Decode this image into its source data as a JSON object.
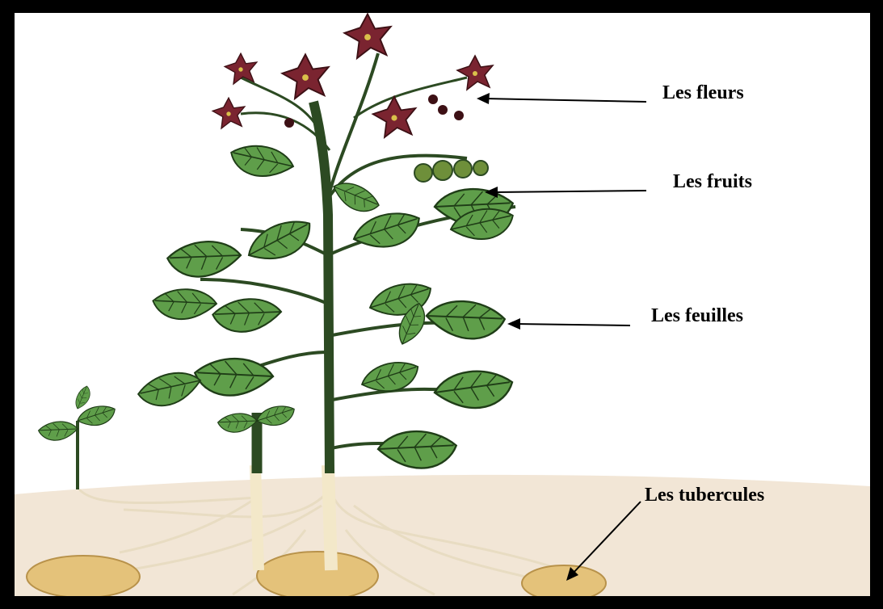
{
  "labels": {
    "flowers": "Les fleurs",
    "fruits": "Les fruits",
    "leaves": "Les feuilles",
    "tubers": "Les tubercules"
  },
  "colors": {
    "frame": "#000000",
    "background": "#ffffff",
    "soil": "#f2e6d6",
    "leaf": "#5f9e4a",
    "leaf_vein": "#1f3d17",
    "stem": "#2c4a22",
    "flower": "#7a2430",
    "tuber": "#e4c27a",
    "root": "#e8dcc2"
  }
}
